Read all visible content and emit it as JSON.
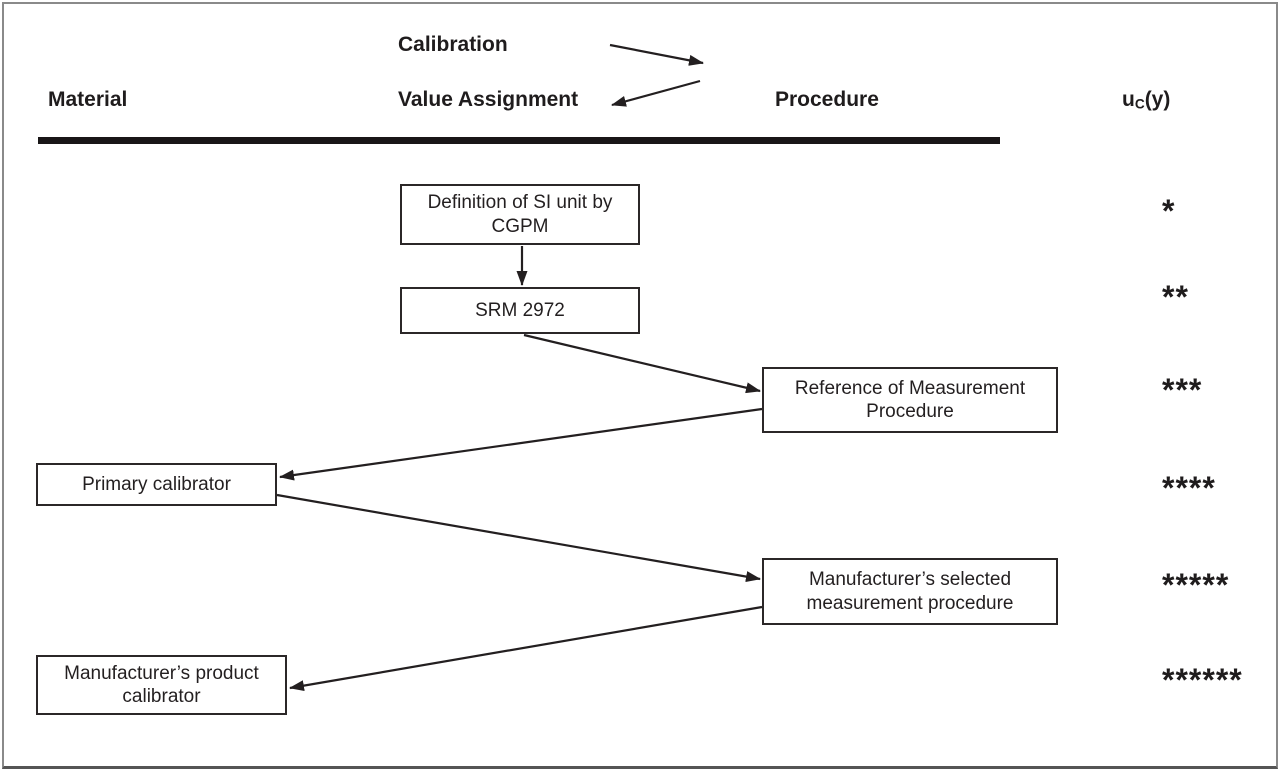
{
  "diagram": {
    "headers": {
      "calibration": "Calibration",
      "material": "Material",
      "value_assignment": "Value Assignment",
      "procedure": "Procedure",
      "uncertainty": {
        "base": "u",
        "sub": "C",
        "args": "(y)"
      }
    },
    "nodes": {
      "definition_si": {
        "label": "Definition of SI unit by CGPM",
        "uncertainty": "*"
      },
      "srm_2972": {
        "label": "SRM 2972",
        "uncertainty": "**"
      },
      "reference_procedure": {
        "label": "Reference of Measurement Procedure",
        "uncertainty": "***"
      },
      "primary_calibrator": {
        "label": "Primary calibrator",
        "uncertainty": "****"
      },
      "manufacturer_procedure": {
        "label": "Manufacturer’s selected measurement procedure",
        "uncertainty": "*****"
      },
      "manufacturer_calibrator": {
        "label": "Manufacturer’s product calibrator",
        "uncertainty": "******"
      }
    },
    "colors": {
      "ink": "#231f20",
      "background": "#ffffff",
      "frame": "#8a8a8a"
    }
  }
}
